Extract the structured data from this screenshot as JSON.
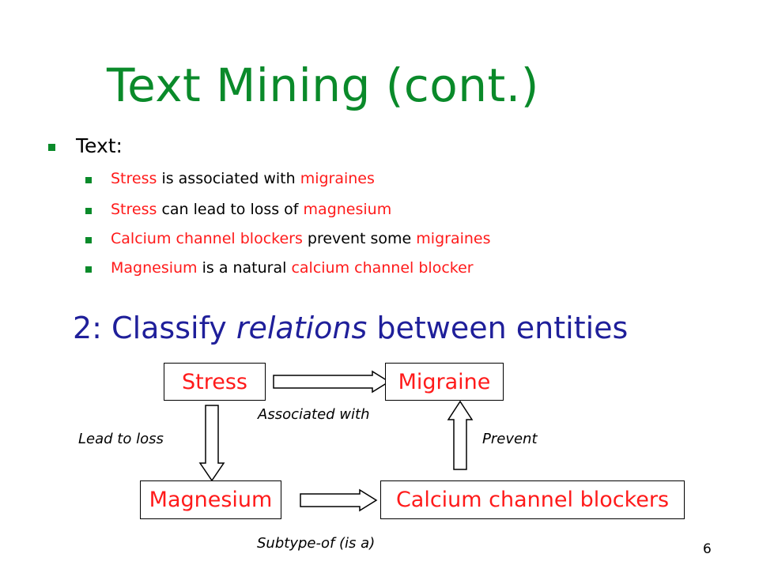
{
  "slide": {
    "title": "Text Mining (cont.)",
    "page_number": "6"
  },
  "text_section": {
    "heading": "Text:",
    "lines": [
      [
        {
          "t": "Stress",
          "red": true
        },
        {
          "t": " is associated with ",
          "red": false
        },
        {
          "t": "migraines",
          "red": true
        }
      ],
      [
        {
          "t": "Stress",
          "red": true
        },
        {
          "t": " can lead to loss of ",
          "red": false
        },
        {
          "t": "magnesium",
          "red": true
        }
      ],
      [
        {
          "t": "Calcium channel blockers",
          "red": true
        },
        {
          "t": " prevent some ",
          "red": false
        },
        {
          "t": "migraines",
          "red": true
        }
      ],
      [
        {
          "t": "Magnesium",
          "red": true
        },
        {
          "t": " is a natural ",
          "red": false
        },
        {
          "t": "calcium channel blocker",
          "red": true
        }
      ]
    ]
  },
  "subtitle": {
    "before": "2: Classify ",
    "emphasis": "relations",
    "after": " between entities"
  },
  "diagram": {
    "nodes": {
      "stress": "Stress",
      "migraine": "Migraine",
      "magnesium": "Magnesium",
      "calcium": "Calcium channel blockers"
    },
    "edges": {
      "associated_with": "Associated with",
      "lead_to_loss": "Lead to loss",
      "prevent": "Prevent",
      "subtype_of": "Subtype-of (is a)"
    }
  },
  "colors": {
    "title_green": "#0a8a2a",
    "entity_red": "#ff1a1a",
    "subtitle_blue": "#1f1f9a"
  }
}
